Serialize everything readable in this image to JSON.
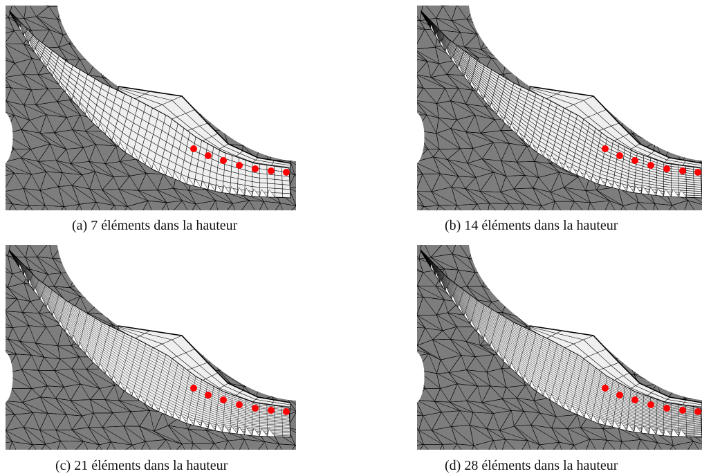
{
  "figure": {
    "panels": [
      {
        "id": "a",
        "caption": "(a) 7 éléments dans la hauteur",
        "elements_in_height": 7
      },
      {
        "id": "b",
        "caption": "(b) 14 éléments dans la hauteur",
        "elements_in_height": 14
      },
      {
        "id": "c",
        "caption": "(c) 21 éléments dans la hauteur",
        "elements_in_height": 21
      },
      {
        "id": "d",
        "caption": "(d) 28 éléments dans la hauteur",
        "elements_in_height": 28
      }
    ],
    "colors": {
      "coarse_mesh": "#7d7d7d",
      "fine_mesh": "#efefef",
      "mesh_lines": "#000000",
      "contact_nodes": "#ff0000"
    }
  }
}
